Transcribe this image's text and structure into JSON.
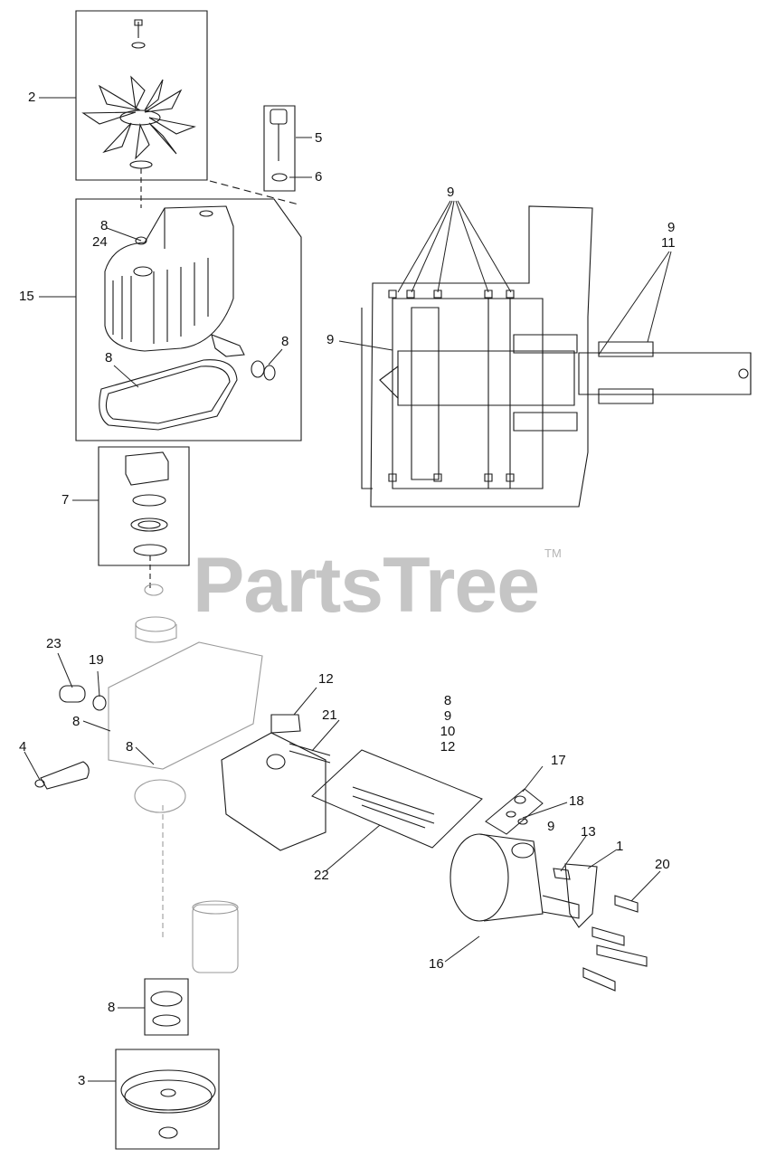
{
  "watermark": {
    "brand": "PartsTree",
    "trademark": "TM"
  },
  "callouts": {
    "c2": "2",
    "c5": "5",
    "c6": "6",
    "c9_top": "9",
    "c9_right": "9",
    "c11": "11",
    "c8_24_a": "8",
    "c8_24_b": "24",
    "c15": "15",
    "c9_left": "9",
    "c8_seal": "8",
    "c8_gasket": "8",
    "c7": "7",
    "c23": "23",
    "c19": "19",
    "c12_top": "12",
    "stack_8": "8",
    "stack_9": "9",
    "stack_10": "10",
    "stack_12": "12",
    "c21": "21",
    "c8_left": "8",
    "c4": "4",
    "c8_oring": "8",
    "c17": "17",
    "c18": "18",
    "c9_kit": "9",
    "c13": "13",
    "c1": "1",
    "c20": "20",
    "c22": "22",
    "c16": "16",
    "c8_bearing": "8",
    "c3": "3"
  },
  "colors": {
    "line": "#1a1a1a",
    "leader": "#222222",
    "watermark": "#969696",
    "faded_part": "#9a9a9a"
  }
}
